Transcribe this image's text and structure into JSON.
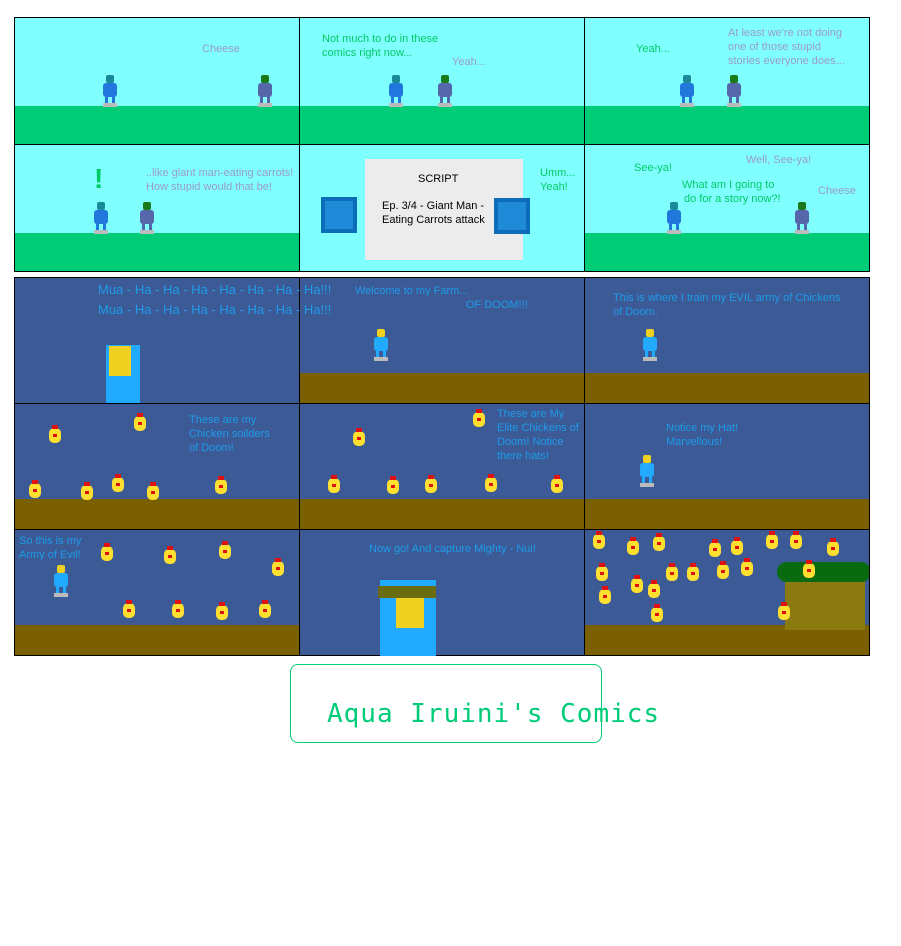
{
  "colors": {
    "sky": "#80ffff",
    "grass": "#00cc77",
    "night": "#3b5a96",
    "dirt": "#7a6000",
    "green_text": "#00cc66",
    "lavender_text": "#9a9acc",
    "blue_text": "#1f9be8"
  },
  "strip1": {
    "p1": {
      "cheese": "Cheese"
    },
    "p2": {
      "line1": "Not much to do in these",
      "line2": "comics right now...",
      "reply": "Yeah..."
    },
    "p3": {
      "reply": "Yeah...",
      "line1": "At least we're not doing",
      "line2": "one of those stupid",
      "line3": "stories everyone does..."
    },
    "p4": {
      "exclaim": "!",
      "line1": "..like giant man-eating carrots!",
      "line2": "How stupid would that be!"
    },
    "p5": {
      "script_title": "SCRIPT",
      "script_line1": "Ep. 3/4 - Giant Man -",
      "script_line2": "Eating Carrots attack",
      "line1": "Umm...",
      "line2": "Yeah!"
    },
    "p6": {
      "seeya": "See-ya!",
      "q1": "What am I going to",
      "q2": "do for a story now?!",
      "well": "Well, See-ya!",
      "cheese": "Cheese"
    }
  },
  "strip2": {
    "p1": {
      "line1": "Mua - Ha - Ha - Ha - Ha - Ha - Ha - Ha!!!",
      "line2": "Mua - Ha - Ha - Ha - Ha - Ha - Ha - Ha!!!"
    },
    "p2": {
      "line1": "Welcome to my Farm...",
      "line2": "OF DOOM!!!"
    },
    "p3": {
      "line1": "This is where I train my EVIL army of Chickens",
      "line2": "of Doom."
    },
    "p4": {
      "line1": "These are my",
      "line2": "Chicken soilders",
      "line3": "of Doom!"
    },
    "p5": {
      "line1": "These are My",
      "line2": "Elite Chickens of",
      "line3": "Doom! Notice",
      "line4": "there hats!"
    },
    "p6": {
      "line1": "Notice my Hat!",
      "line2": "Marvellous!"
    },
    "p7": {
      "line1": "So this is my",
      "line2": "Army of Evil!"
    },
    "p8": {
      "line1": "Now go! And capture Mighty - Nui!"
    }
  },
  "logo": {
    "text": "Aqua Iruini's Comics"
  }
}
